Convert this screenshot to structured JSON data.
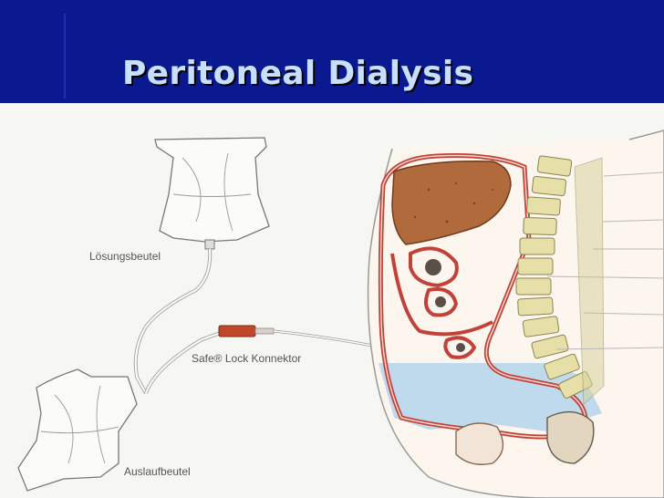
{
  "slide": {
    "title": "Peritoneal Dialysis"
  },
  "diagram": {
    "solution_bag_label": "Lösungsbeutel",
    "connector_label": "Safe® Lock Konnektor",
    "drain_bag_label": "Auslaufbeutel"
  },
  "colors": {
    "background": "#0a1990",
    "title": "#c8e0ff",
    "panel": "#f6f7f2",
    "tissue": "#c2423a",
    "liver": "#b06a3c",
    "spine": "#e6e0a8",
    "fluid": "#b9d7ec"
  }
}
